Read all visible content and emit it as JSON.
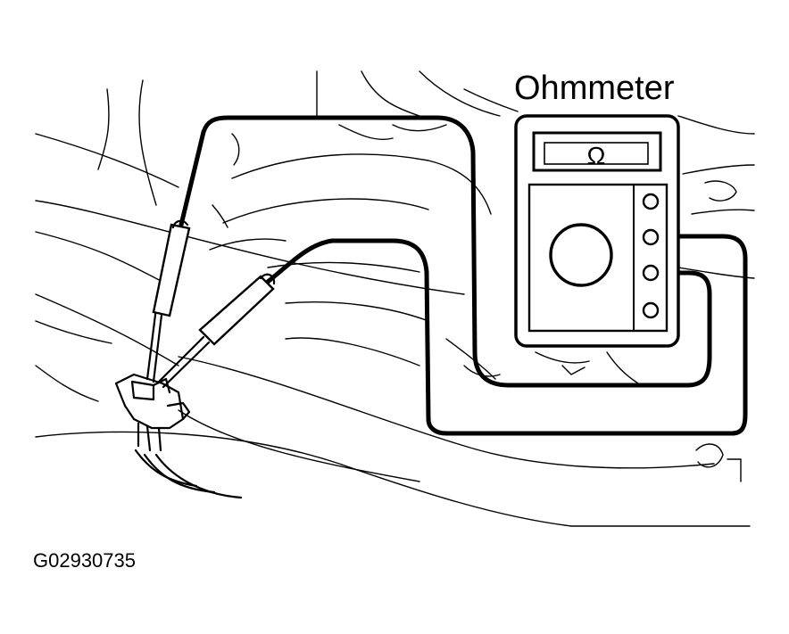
{
  "meter": {
    "label": "Ohmmeter",
    "display_symbol": "Ω"
  },
  "figure": {
    "code": "G02930735"
  }
}
